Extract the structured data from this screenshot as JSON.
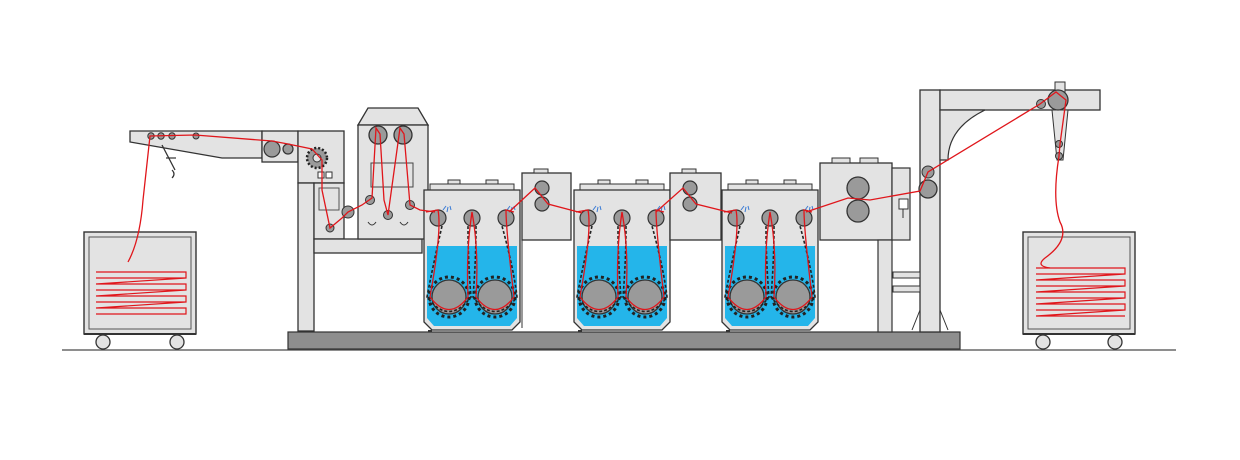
{
  "colors": {
    "background": "#ffffff",
    "frame_fill": "#e3e3e3",
    "frame_stroke": "#333333",
    "roller_fill": "#9a9a9a",
    "fabric": "#e0161b",
    "liquor": "#24b5ea",
    "base": "#8e8e8e",
    "floor": "#4a4a4a"
  },
  "icons": {
    "roller": "roller-icon",
    "wheel": "cart-wheel-icon",
    "spray": "spray-nozzle-icon",
    "control_panel": "control-panel-icon"
  },
  "stations": {
    "feed_cart": "feed-cart",
    "entry_conveyor": "entry-conveyor",
    "tension_unit": "tension-unit",
    "padder": "padder-unit",
    "wash_tanks": [
      "wash-tank-1",
      "wash-tank-2",
      "wash-tank-3"
    ],
    "squeeze_units": [
      "squeeze-unit-1",
      "squeeze-unit-2"
    ],
    "exit_squeezer": "exit-squeezer",
    "folder_column": "plaiting-column",
    "delivery_cart": "delivery-cart"
  }
}
